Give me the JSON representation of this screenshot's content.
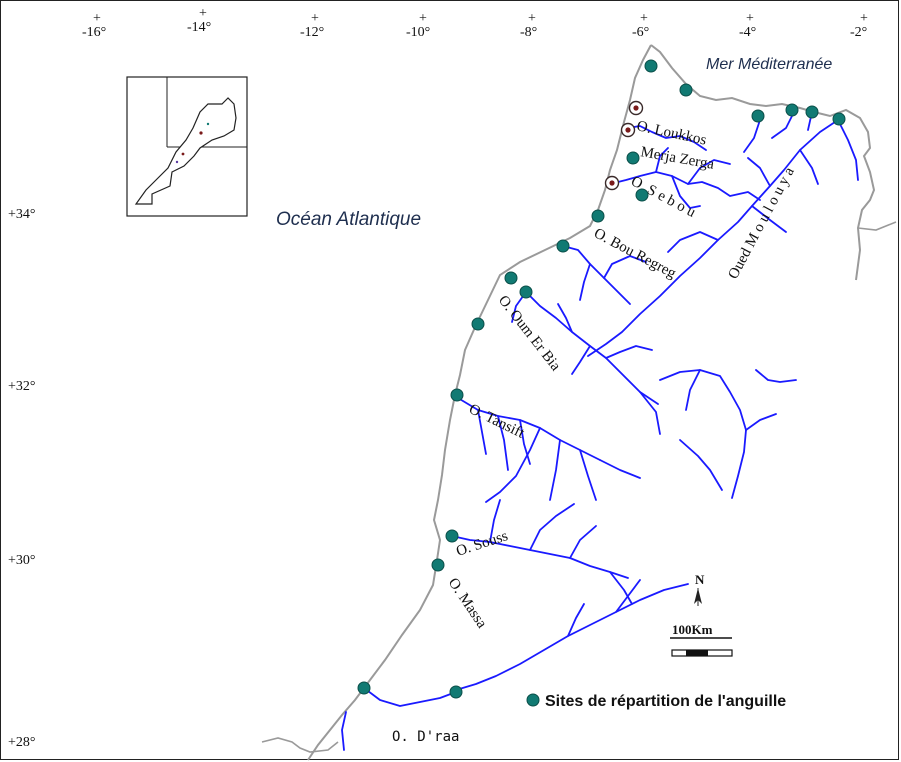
{
  "map": {
    "longitude_labels": [
      "-16°",
      "-14°",
      "-12°",
      "-10°",
      "-8°",
      "-6°",
      "-4°",
      "-2°"
    ],
    "latitude_labels": [
      "+34°",
      "+32°",
      "+30°",
      "+28°"
    ],
    "seas": {
      "atlantic": "Océan  Atlantique",
      "mediterranean": "Mer Méditerranée"
    },
    "rivers": {
      "loukkos": "O. Loukkos",
      "merja_zerga": "Merja Zerga",
      "sebou": "O. S e b o u",
      "bou_regreg": "O. Bou Regreg",
      "moulouya": "Oued M o u l o u y a",
      "oum_er_bia": "O. Oum Er Bia",
      "tensift": "O. Tansift",
      "souss": "O. Souss",
      "massa": "O. Massa",
      "draa": "O. D'raa"
    },
    "scale_bar": {
      "label": "100Km",
      "north_label": "N"
    },
    "legend": {
      "label": "Sites de répartition de l'anguille"
    },
    "colors": {
      "coast": "#9a9a9a",
      "river": "#1a1aff",
      "site": "#117a73",
      "special_site": "#7a1a1a"
    }
  }
}
